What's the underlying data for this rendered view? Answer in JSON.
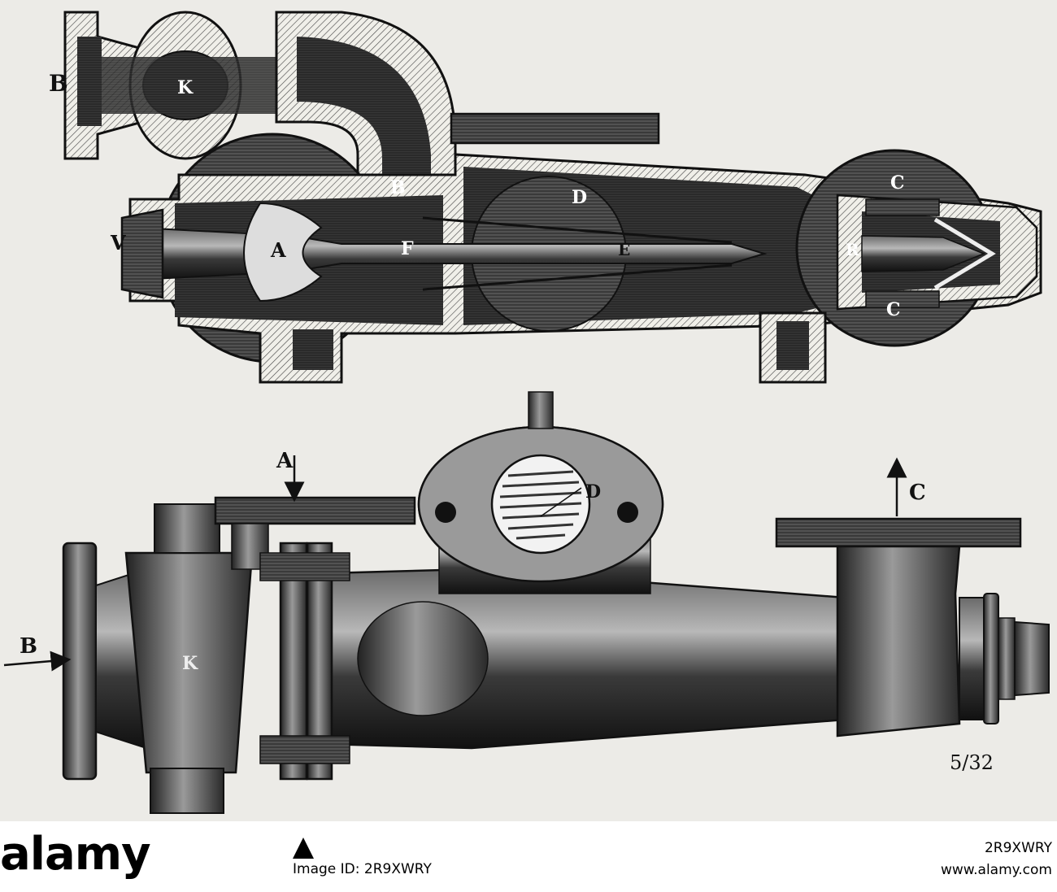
{
  "figure": {
    "labels": {
      "top_B_outer": "B",
      "top_K": "K",
      "top_B_inner": "B",
      "top_D": "D",
      "top_C_upper": "C",
      "top_V": "V",
      "top_A": "A",
      "top_F": "F",
      "top_E": "E",
      "top_R": "R",
      "top_C_lower": "C",
      "bottom_A": "A",
      "bottom_D": "D",
      "bottom_C": "C",
      "bottom_B": "B",
      "bottom_K": "K",
      "plate_number": "5/32"
    },
    "ink_color": "#1a1a1a",
    "paper_color": "#ecebe7"
  },
  "watermark": {
    "brand": "alamy",
    "image_id": "2R9XWRY",
    "caption_left": "Image ID: 2R9XWRY",
    "caption_right": "www.alamy.com"
  }
}
